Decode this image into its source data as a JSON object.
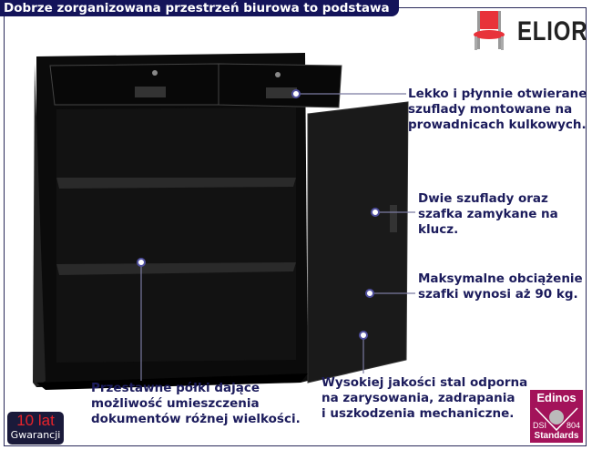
{
  "header": {
    "title": "Dobrze zorganizowana przestrzeń biurowa to podstawa"
  },
  "brand": {
    "name": "ELIOR",
    "icon": "chair-icon",
    "accent": "#e8232a"
  },
  "annotations": [
    {
      "lines": [
        "Lekko i płynnie otwierane",
        "szuflady montowane na",
        "prowadnicach kulkowych."
      ]
    },
    {
      "lines": [
        "Dwie szuflady oraz",
        "szafka zamykane na",
        "klucz."
      ]
    },
    {
      "lines": [
        "Maksymalne obciążenie",
        "szafki wynosi aż 90 kg."
      ]
    },
    {
      "lines": [
        "Przestawne półki dające",
        "możliwość umieszczenia",
        "dokumentów różnej wielkości."
      ]
    },
    {
      "lines": [
        "Wysokiej jakości stal odporna",
        "na zarysowania, zadrapania",
        "i uszkodzenia mechaniczne."
      ]
    }
  ],
  "warranty": {
    "years": "10 lat",
    "label": "Gwarancji"
  },
  "certificate": {
    "name": "Edinos",
    "left": "DSI",
    "right": "804",
    "bottom": "Standards"
  },
  "colors": {
    "text": "#1c1c5c",
    "header_bg": "#14145a",
    "cert_bg": "#a3135a"
  }
}
